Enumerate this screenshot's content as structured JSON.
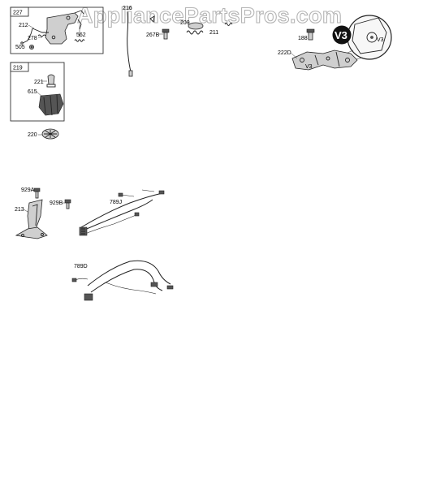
{
  "watermark": "AppliancePartsPros.com",
  "badge": "V3",
  "labels": {
    "p227": "227",
    "p212": "212",
    "p278": "278",
    "p562": "562",
    "p505": "505",
    "p216": "216",
    "p267b": "267B",
    "p209": "209",
    "p211": "211",
    "p188": "188",
    "p222d": "222D",
    "v3small": "V3",
    "p219": "219",
    "p221": "221",
    "p615": "615",
    "p220": "220",
    "p929a": "929A",
    "p929b": "929B",
    "p213": "213",
    "p789j": "789J",
    "p789d": "789D"
  }
}
